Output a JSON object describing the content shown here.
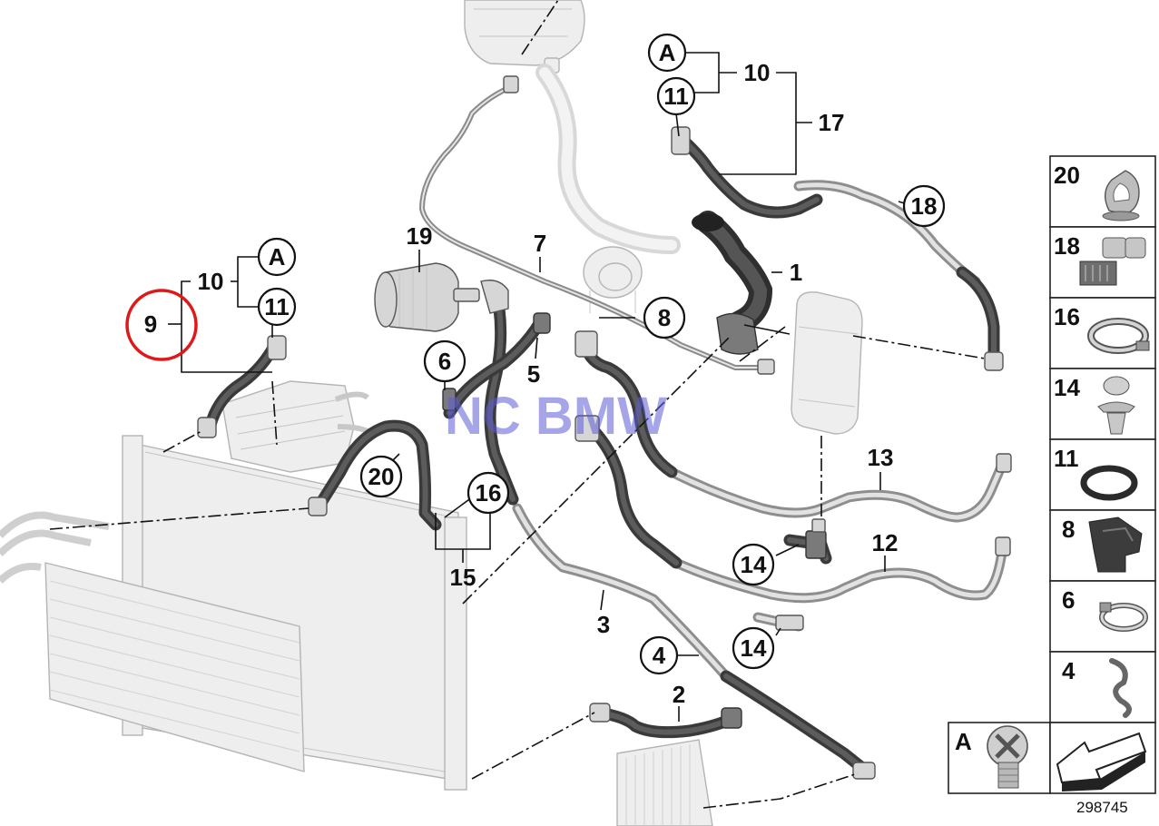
{
  "watermark": "NC BMW",
  "reference_number": "298745",
  "highlight_color": "#e01818",
  "callouts": {
    "c1": "1",
    "c2": "2",
    "c3": "3",
    "c4": "4",
    "c5": "5",
    "c6": "6",
    "c7": "7",
    "c8": "8",
    "c9": "9",
    "c10a": "10",
    "c10b": "10",
    "c11a": "11",
    "c11b": "11",
    "c12": "12",
    "c13": "13",
    "c14a": "14",
    "c14b": "14",
    "c15": "15",
    "c16": "16",
    "c17": "17",
    "c18": "18",
    "c19": "19",
    "c20": "20",
    "cAa": "A",
    "cAb": "A"
  },
  "legend": {
    "items": [
      "20",
      "18",
      "16",
      "14",
      "11",
      "8",
      "6",
      "4"
    ],
    "bottom_label": "A"
  }
}
